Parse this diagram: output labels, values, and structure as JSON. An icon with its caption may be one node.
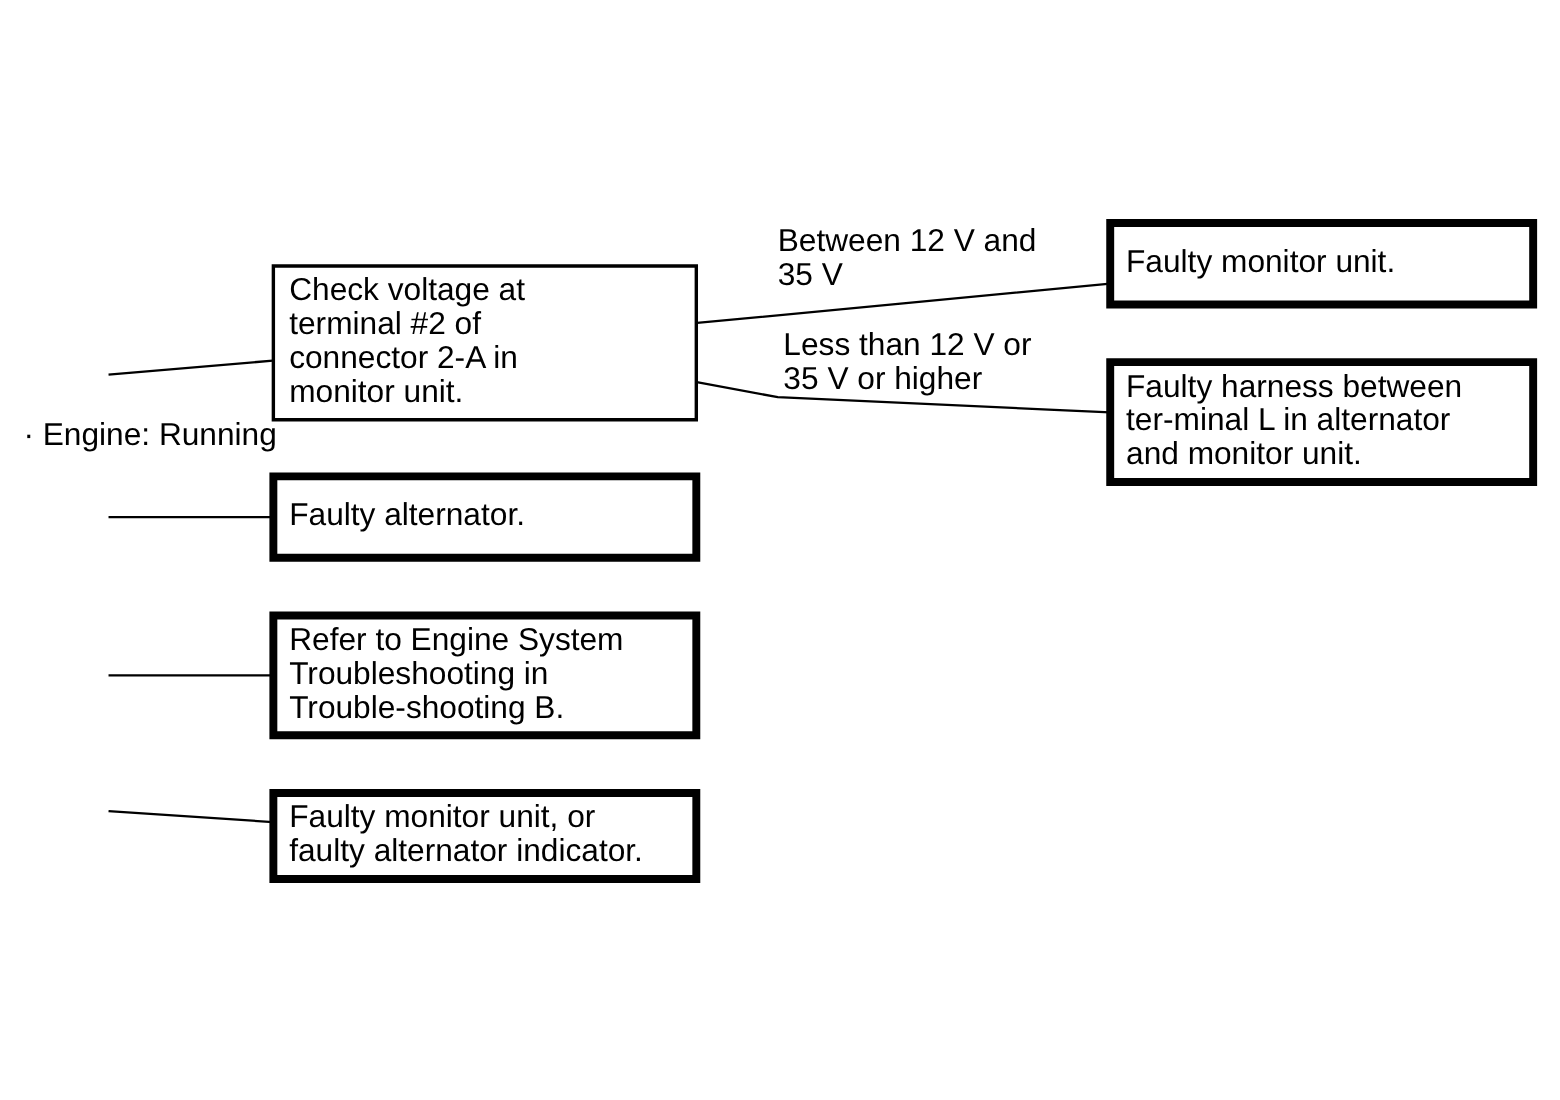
{
  "diagram": {
    "nodes": [
      {
        "text": [
          "Check voltage at terminal #2 of connector 2-A in monitor unit."
        ],
        "beside": [
          "· Engine: Running"
        ]
      },
      {
        "text": [
          "Faulty monitor unit."
        ]
      },
      {
        "text": [
          "Faulty harness between ter-minal L in alternator and monitor unit."
        ]
      },
      {
        "text": [
          "Faulty alternator."
        ]
      },
      {
        "text": [
          "Refer to Engine System Troubleshooting in Trouble-shooting B."
        ]
      },
      {
        "text": [
          "Faulty monitor unit, or faulty alternator indicator."
        ]
      }
    ],
    "edges": [
      {
        "from": null,
        "to": 0,
        "arrow": "none"
      },
      {
        "from": 0,
        "to": 1,
        "arrow": "none",
        "label": "Between 12 V and 35 V"
      },
      {
        "from": 0,
        "to": 2,
        "arrow": "none",
        "label": "Less than 12 V or 35 V or higher"
      },
      {
        "from": null,
        "to": 3,
        "arrow": "none"
      },
      {
        "from": null,
        "to": 4,
        "arrow": "none"
      },
      {
        "from": null,
        "to": 5,
        "arrow": "none"
      }
    ]
  }
}
